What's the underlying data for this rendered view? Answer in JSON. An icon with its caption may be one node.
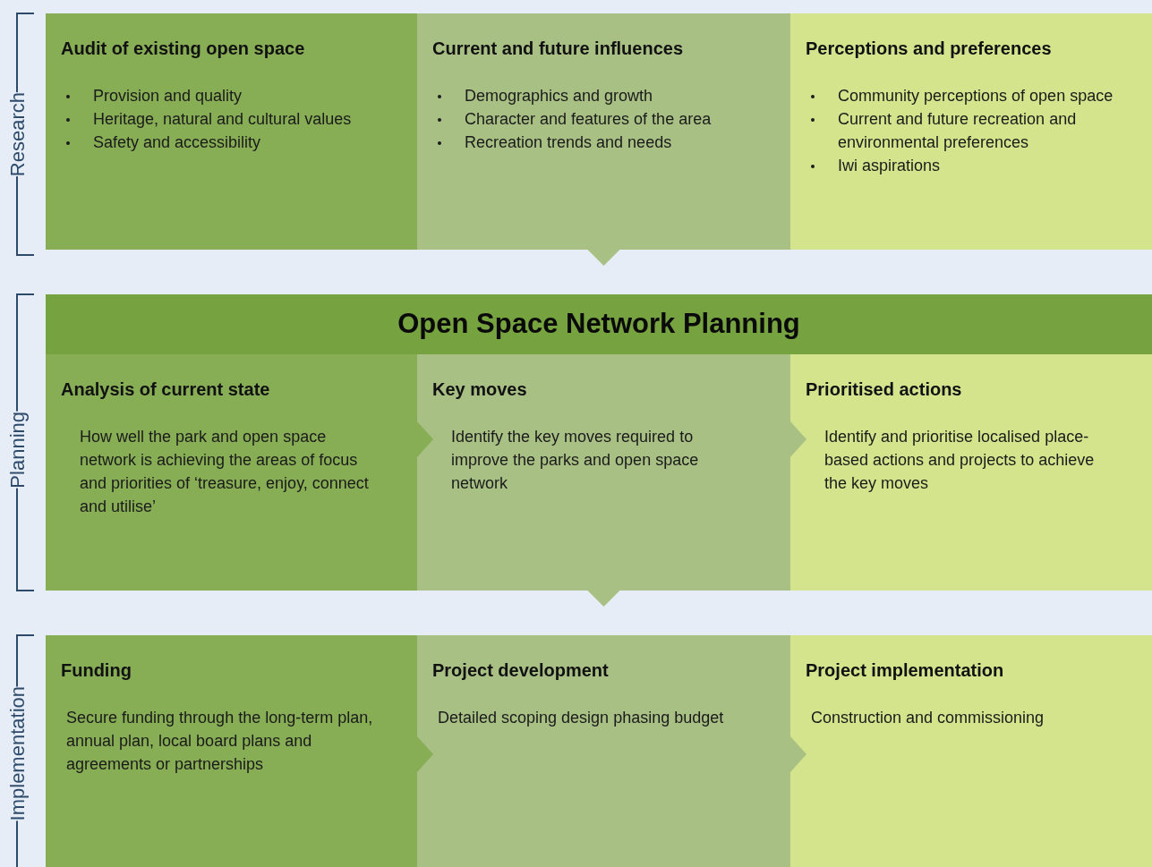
{
  "diagram": {
    "nodes": [
      {
        "text": [
          "Audit of existing open space",
          "Provision and quality",
          "Heritage, natural and cultural values",
          "Safety and accessibility"
        ]
      },
      {
        "text": [
          "Current and future influences",
          "Demographics and growth",
          "Character and features of the area",
          "Recreation trends and needs"
        ]
      },
      {
        "text": [
          "Perceptions and preferences",
          "Community perceptions of open space",
          "Current and future recreation and environmental preferences",
          "Iwi aspirations"
        ]
      },
      {
        "text": [
          "Open Space Network Planning"
        ]
      },
      {
        "text": [
          "Analysis of current state",
          "How well the park and open space network is achieving the areas of focus and priorities of ‘treasure, enjoy, connect and utilise’"
        ],
        "in": 3
      },
      {
        "text": [
          "Key moves",
          "Identify the key moves required to improve the parks and open space network"
        ],
        "in": 3
      },
      {
        "text": [
          "Prioritised actions",
          "Identify and prioritise localised place-based actions and projects to achieve the key moves"
        ],
        "in": 3
      },
      {
        "text": [
          "Funding",
          "Secure funding through the long-term plan, annual plan, local board plans and agreements or partnerships"
        ]
      },
      {
        "text": [
          "Project development",
          "Detailed scoping design phasing budget"
        ]
      },
      {
        "text": [
          "Project implementation",
          "Construction and commissioning"
        ]
      }
    ],
    "edges": [
      {
        "from": 1,
        "to": 3,
        "arrow": "to"
      },
      {
        "from": 4,
        "to": 5,
        "arrow": "to"
      },
      {
        "from": 5,
        "to": 6,
        "arrow": "to"
      },
      {
        "from": 5,
        "to": 8,
        "arrow": "to"
      },
      {
        "from": 7,
        "to": 8,
        "arrow": "to"
      },
      {
        "from": 8,
        "to": 9,
        "arrow": "to"
      }
    ],
    "labels": [
      "Research",
      "Planning",
      "Implementation"
    ]
  }
}
